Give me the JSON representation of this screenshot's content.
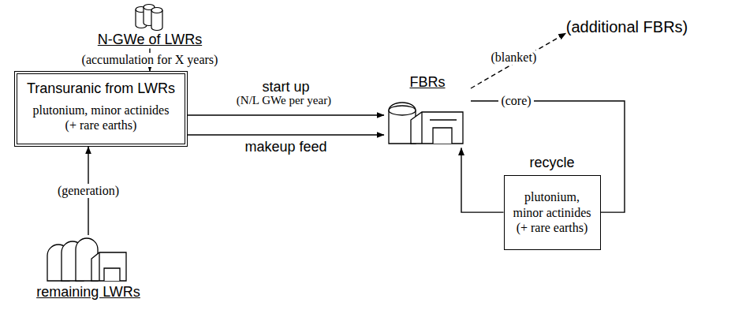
{
  "diagram": {
    "nodes": [
      {
        "text": [
          "N-GWe of LWRs"
        ]
      },
      {
        "text": [
          "Transuranic from LWRs",
          "plutonium, minor actinides (+ rare earths)"
        ]
      },
      {
        "text": [
          "remaining LWRs"
        ]
      },
      {
        "text": [
          "FBRs"
        ]
      },
      {
        "text": [
          "(additional FBRs)"
        ]
      },
      {
        "text": [
          "recycle",
          "plutonium, minor actinides (+ rare earths)"
        ]
      }
    ],
    "edges": [
      {
        "from": 0,
        "to": 1,
        "arrow": "to",
        "label": "(accumulation for X years)"
      },
      {
        "from": 2,
        "to": 1,
        "arrow": "to",
        "label": "(generation)"
      },
      {
        "from": 1,
        "to": 3,
        "arrow": "to",
        "label": "start up"
      },
      {
        "from": 1,
        "to": 3,
        "arrow": "to",
        "label": "makeup feed"
      },
      {
        "from": 3,
        "to": 4,
        "arrow": "to",
        "label": "(blanket)"
      },
      {
        "from": 3,
        "to": 5,
        "arrow": "none",
        "label": "(core)"
      },
      {
        "from": 5,
        "to": 3,
        "arrow": "to"
      }
    ],
    "labels": [
      "(N/L GWe per year)"
    ]
  }
}
